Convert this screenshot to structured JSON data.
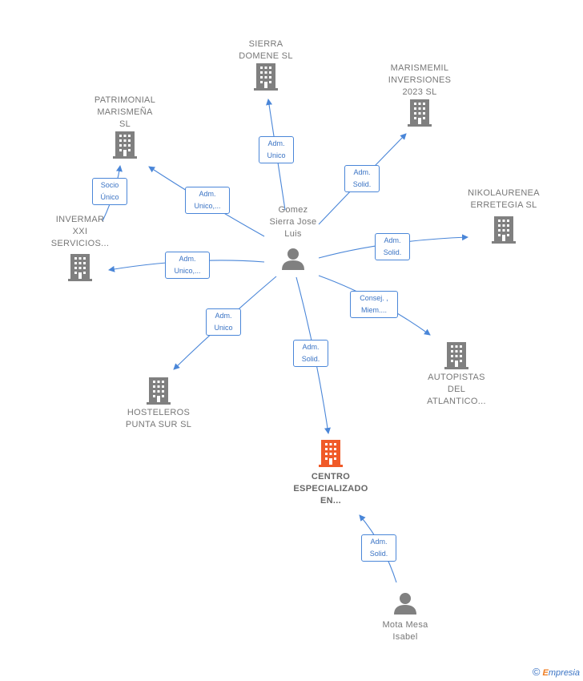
{
  "colors": {
    "edge": "#4a86d8",
    "building": "#808080",
    "focus_building": "#f05a28",
    "person": "#808080"
  },
  "nodes": {
    "center_person": {
      "label": "Gomez\nSierra Jose\nLuis",
      "icon": "person-icon"
    },
    "sierra": {
      "label": "SIERRA\nDOMENE SL",
      "icon": "building-icon"
    },
    "marismemil": {
      "label": "MARISMEMIL\nINVERSIONES\n2023  SL",
      "icon": "building-icon"
    },
    "patrimonial": {
      "label": "PATRIMONIAL\nMARISMEÑA\nSL",
      "icon": "building-icon"
    },
    "nikolaurenea": {
      "label": "NIKOLAURENEA\nERRETEGIA SL",
      "icon": "building-icon"
    },
    "invermar": {
      "label": "INVERMAR\nXXI\nSERVICIOS...",
      "icon": "building-icon"
    },
    "hosteleros": {
      "label": "HOSTELEROS\nPUNTA SUR  SL",
      "icon": "building-icon"
    },
    "autopistas": {
      "label": "AUTOPISTAS\nDEL\nATLANTICO...",
      "icon": "building-icon"
    },
    "centro": {
      "label": "CENTRO\nESPECIALIZADO\nEN...",
      "icon": "building-icon"
    },
    "mota": {
      "label": "Mota Mesa\nIsabel",
      "icon": "person-icon"
    }
  },
  "edges": {
    "to_sierra": "Adm.\nUnico",
    "to_marismemil": "Adm.\nSolid.",
    "to_patrimonial": "Adm.\nUnico,...",
    "invermar_to_patrimonial": "Socio\nÚnico",
    "to_nikolaurenea": "Adm.\nSolid.",
    "to_invermar": "Adm.\nUnico,...",
    "to_hosteleros": "Adm.\nUnico",
    "to_autopistas": "Consej. ,\nMiem....",
    "to_centro": "Adm.\nSolid.",
    "mota_to_centro": "Adm.\nSolid."
  },
  "brand": {
    "copyright": "©",
    "first_letter": "E",
    "rest": "mpresia"
  }
}
